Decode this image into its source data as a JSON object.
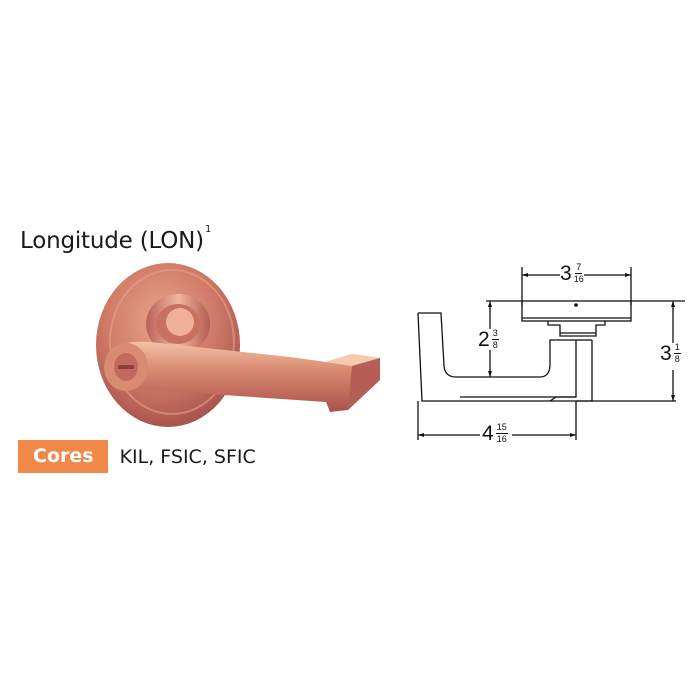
{
  "product": {
    "title": "Longitude (LON)",
    "footnote_marker": "1",
    "finish_color": "#c8715c"
  },
  "cores": {
    "badge_label": "Cores",
    "values": "KIL, FSIC, SFIC",
    "badge_color": "#f0894a"
  },
  "dimensions": {
    "rose_diameter": {
      "whole": "3",
      "num": "7",
      "den": "16"
    },
    "lever_clearance": {
      "whole": "2",
      "num": "3",
      "den": "8"
    },
    "overall_height": {
      "whole": "3",
      "num": "1",
      "den": "8"
    },
    "lever_length": {
      "whole": "4",
      "num": "15",
      "den": "16"
    }
  }
}
